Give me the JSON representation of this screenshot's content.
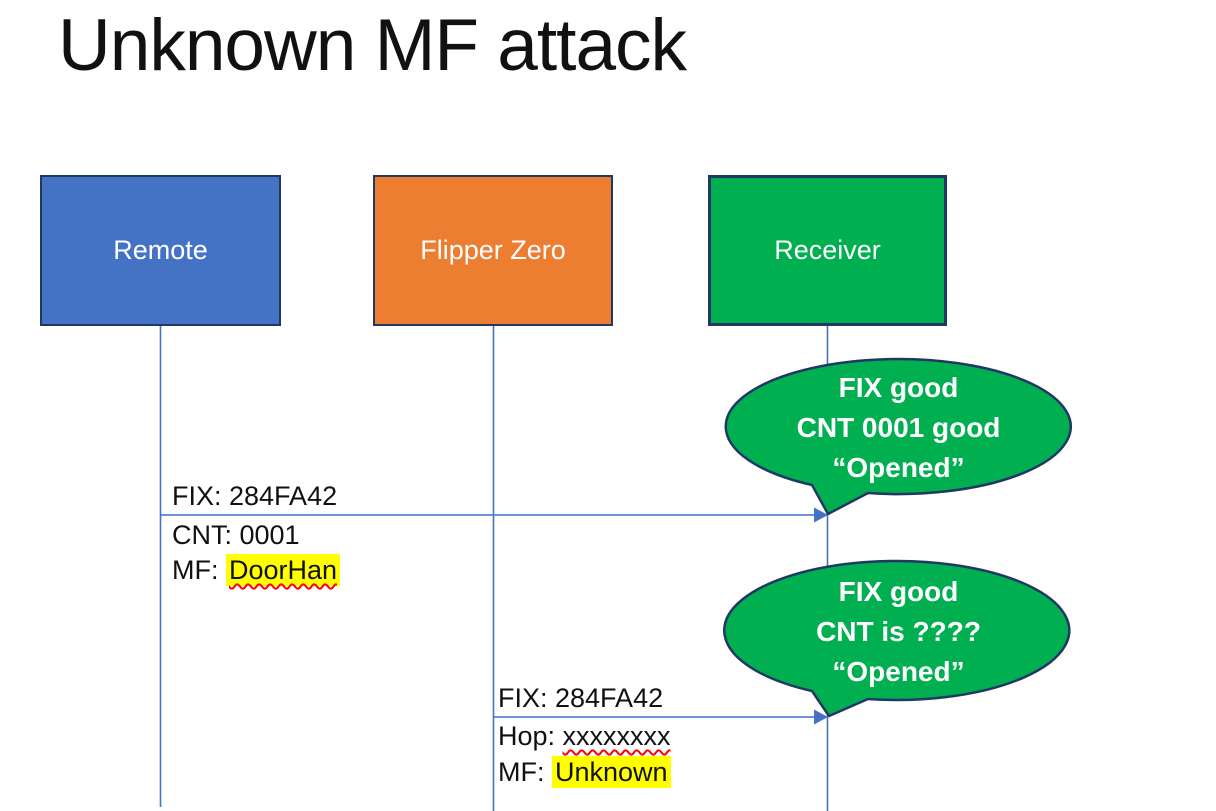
{
  "title": "Unknown MF attack",
  "colors": {
    "box_blue": "#4472C4",
    "box_orange": "#ED7D31",
    "box_green": "#00B050",
    "box_border": "#1F3864",
    "line_blue": "#4472C4",
    "callout_green": "#00B050",
    "callout_border": "#1F3864",
    "highlight_yellow": "#FFFF00",
    "squiggle_red": "#FF0000",
    "text_dark": "#111111",
    "text_white": "#FFFFFF"
  },
  "actors": [
    {
      "id": "remote",
      "label": "Remote"
    },
    {
      "id": "flipper",
      "label": "Flipper Zero"
    },
    {
      "id": "receiver",
      "label": "Receiver"
    }
  ],
  "messages": [
    {
      "from": "Remote",
      "to": "Receiver",
      "line1": "FIX: 284FA42",
      "line2": "CNT: 0001",
      "line3_prefix": "MF: ",
      "line3_value": "DoorHan"
    },
    {
      "from": "Flipper Zero",
      "to": "Receiver",
      "line1": "FIX: 284FA42",
      "line2_prefix": "Hop: ",
      "line2_value": "xxxxxxxx",
      "line3_prefix": "MF: ",
      "line3_value": "Unknown"
    }
  ],
  "callouts": [
    {
      "lines": [
        "FIX good",
        "CNT 0001 good",
        "“Opened”"
      ]
    },
    {
      "lines": [
        "FIX good",
        "CNT is ????",
        "“Opened”"
      ]
    }
  ]
}
